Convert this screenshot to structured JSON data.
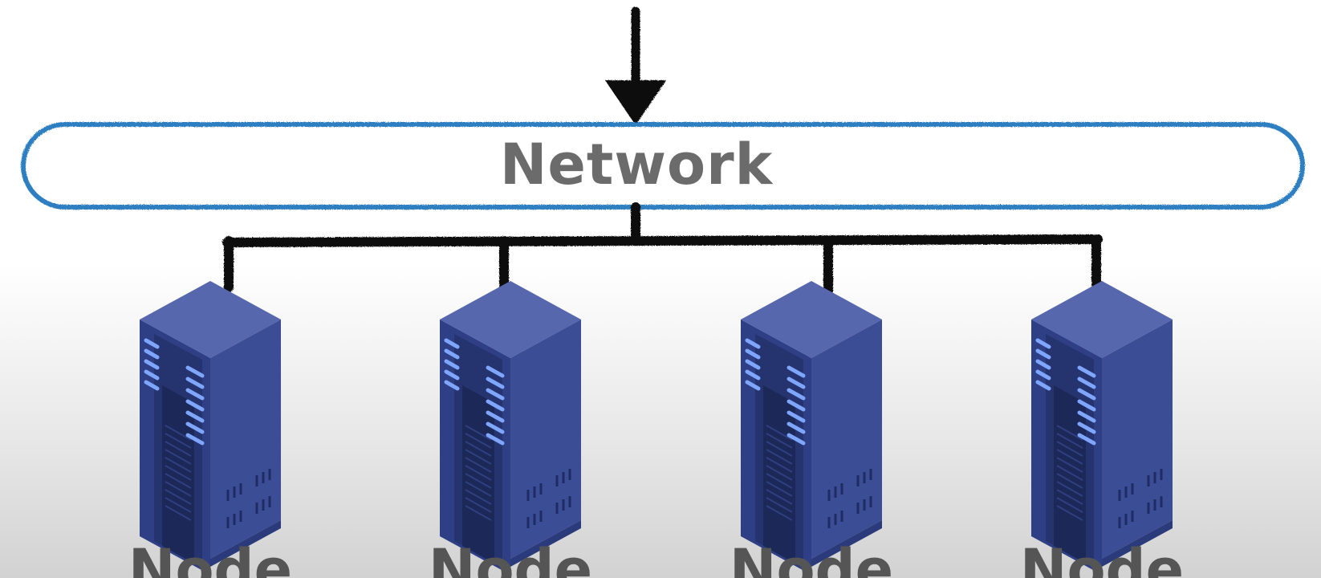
{
  "network": {
    "label": "Network"
  },
  "nodes": [
    {
      "label": "Node"
    },
    {
      "label": "Node"
    },
    {
      "label": "Node"
    },
    {
      "label": "Node"
    }
  ],
  "colors": {
    "network_outline": "#2f7fc1",
    "network_text": "#6b6b6b",
    "connector": "#111111",
    "server_front": "#2e3f86",
    "server_side": "#3d4f97",
    "server_top": "#5667ad",
    "server_led": "#7fa6ff",
    "node_text": "#555555"
  },
  "icons": {
    "input_arrow": "arrow-down-icon",
    "server": "server-icon"
  }
}
